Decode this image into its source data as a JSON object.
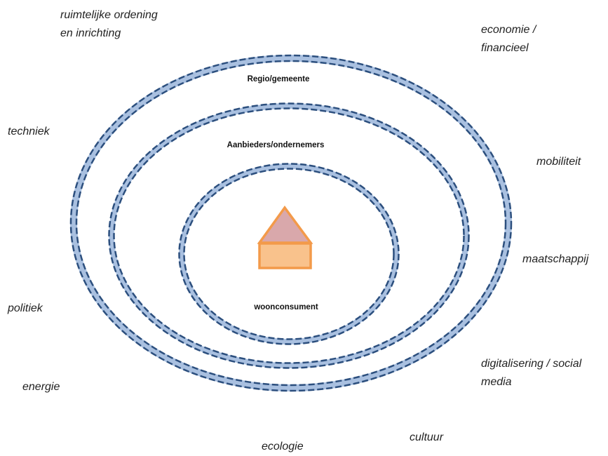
{
  "colors": {
    "ring_fill": "#a9c0e0",
    "ring_dash": "#2c4f7e",
    "house_roof": "#d9a8ab",
    "house_body": "#f9c28c",
    "house_stroke": "#f39a4a"
  },
  "rings": {
    "outer": "Regio/gemeente",
    "middle": "Aanbieders/ondernemers",
    "inner": "woonconsument"
  },
  "center_icon": "house-icon",
  "factors": {
    "ruimtelijke": [
      "ruimtelijke ordening",
      "en inrichting"
    ],
    "economie": [
      "economie /",
      "financieel"
    ],
    "techniek": "techniek",
    "mobiliteit": "mobiliteit",
    "maatschappij": "maatschappij",
    "politiek": "politiek",
    "digitalisering": [
      "digitalisering / social",
      "media"
    ],
    "energie": "energie",
    "cultuur": "cultuur",
    "ecologie": "ecologie"
  }
}
